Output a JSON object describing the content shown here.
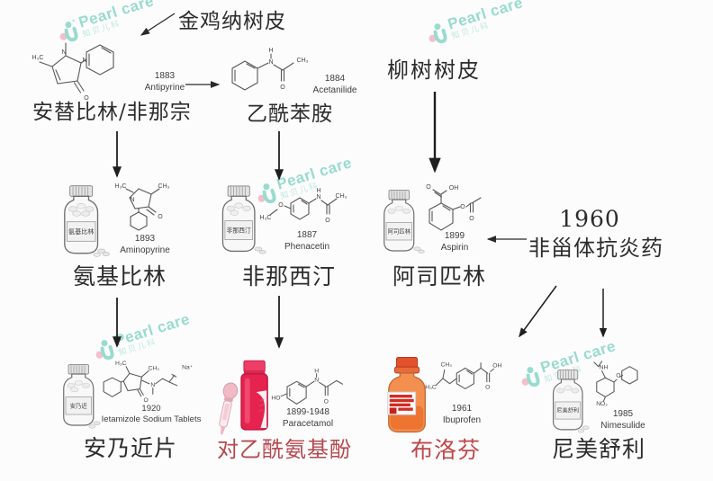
{
  "brand": {
    "name": "Pearl care",
    "cn": "知贝儿科"
  },
  "colors": {
    "ink": "#2e2e2e",
    "caption_red": "#b5494f",
    "caption_red2": "#c0474b",
    "teal": "#8fd8cb",
    "pink": "#f2b9c5"
  },
  "nodes": {
    "cinchona": {
      "label": "金鸡纳树皮"
    },
    "willow": {
      "label": "柳树树皮"
    },
    "antipyrine": {
      "year": "1883",
      "en": "Antipyrine",
      "name": "安替比林/非那宗"
    },
    "acetanilide": {
      "year": "1884",
      "en": "Acetanilide",
      "name": "乙酰苯胺"
    },
    "aminopyrine": {
      "year": "1893",
      "en": "Aminopyrine",
      "name": "氨基比林",
      "bottle": "氨基比林"
    },
    "phenacetin": {
      "year": "1887",
      "en": "Phenacetin",
      "name": "非那西汀",
      "bottle": "非那西汀"
    },
    "aspirin": {
      "year": "1899",
      "en": "Aspirin",
      "name": "阿司匹林",
      "bottle": "阿司匹林"
    },
    "nsaid": {
      "year": "1960",
      "name": "非甾体抗炎药"
    },
    "metamizole": {
      "year": "1920",
      "en": "Ietamizole Sodium Tablets",
      "name": "安乃近片",
      "bottle": "安乃近"
    },
    "paracetamol": {
      "year": "1899-1948",
      "en": "Paracetamol",
      "name": "对乙酰氨基酚"
    },
    "ibuprofen": {
      "year": "1961",
      "en": "Ibuprofen",
      "name": "布洛芬"
    },
    "nimesulide": {
      "year": "1985",
      "en": "Nimesulide",
      "name": "尼美舒利",
      "bottle": "尼美舒利"
    }
  },
  "atoms": {
    "antipyrine": {
      "n1": "N",
      "n2": "N",
      "o": "O",
      "h3c": "H₃C"
    },
    "acetanilide": {
      "h": "H",
      "n": "N",
      "o": "O",
      "ch3": "CH₃"
    },
    "aminopyrine": {
      "h3c": "H₃C",
      "ch3": "CH₃",
      "n": "N",
      "o": "O"
    },
    "phenacetin": {
      "h3c": "H₃C",
      "o1": "O",
      "h": "H",
      "n": "N",
      "o2": "O",
      "ch3": "CH₃"
    },
    "aspirin": {
      "o1": "O",
      "oh": "OH",
      "o2": "O",
      "o3": "O"
    },
    "metamizole": {
      "h3c": "H₃C",
      "ch3": "CH₃",
      "n": "N",
      "o": "O",
      "na": "Na⁺"
    },
    "paracetamol": {
      "ho": "HO",
      "h": "H",
      "n": "N",
      "o": "O"
    },
    "ibuprofen": {
      "h3c": "H₃C",
      "ch3": "CH₃",
      "oh": "OH",
      "o": "O"
    },
    "nimesulide": {
      "nh": "NH",
      "o": "O",
      "no2": "NO₂"
    }
  }
}
